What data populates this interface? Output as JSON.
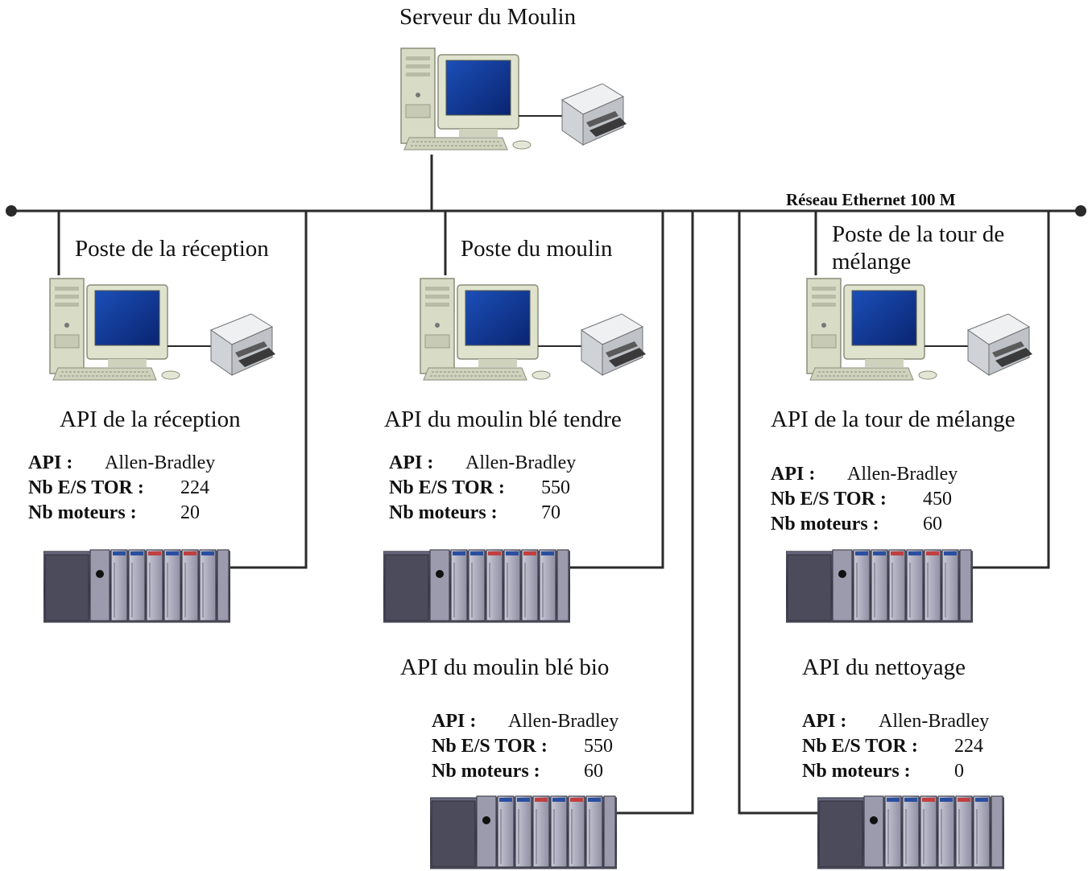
{
  "server": {
    "label": "Serveur du Moulin"
  },
  "network": {
    "label": "Réseau Ethernet 100 M"
  },
  "workstations": [
    {
      "label": "Poste de la réception"
    },
    {
      "label": "Poste du moulin"
    },
    {
      "label": "Poste de la tour de\nmélange"
    }
  ],
  "plcs": [
    {
      "title": "API de la réception",
      "api_key": "API :",
      "api_val": "Allen-Bradley",
      "io_key": "Nb E/S TOR :",
      "io_val": "224",
      "motors_key": "Nb moteurs :",
      "motors_val": "20"
    },
    {
      "title": "API du moulin blé tendre",
      "api_key": "API :",
      "api_val": "Allen-Bradley",
      "io_key": "Nb E/S TOR :",
      "io_val": "550",
      "motors_key": "Nb moteurs :",
      "motors_val": "70"
    },
    {
      "title": "API de la tour de mélange",
      "api_key": "API :",
      "api_val": "Allen-Bradley",
      "io_key": "Nb E/S TOR :",
      "io_val": "450",
      "motors_key": "Nb moteurs :",
      "motors_val": "60"
    },
    {
      "title": "API du moulin blé bio",
      "api_key": "API :",
      "api_val": "Allen-Bradley",
      "io_key": "Nb E/S TOR :",
      "io_val": "550",
      "motors_key": "Nb moteurs :",
      "motors_val": "60"
    },
    {
      "title": "API du nettoyage",
      "api_key": "API :",
      "api_val": "Allen-Bradley",
      "io_key": "Nb E/S TOR :",
      "io_val": "224",
      "motors_key": "Nb moteurs :",
      "motors_val": "0"
    }
  ],
  "icons": {
    "computer": "desktop-computer-icon",
    "printer": "printer-icon",
    "plc": "plc-rack-icon"
  }
}
